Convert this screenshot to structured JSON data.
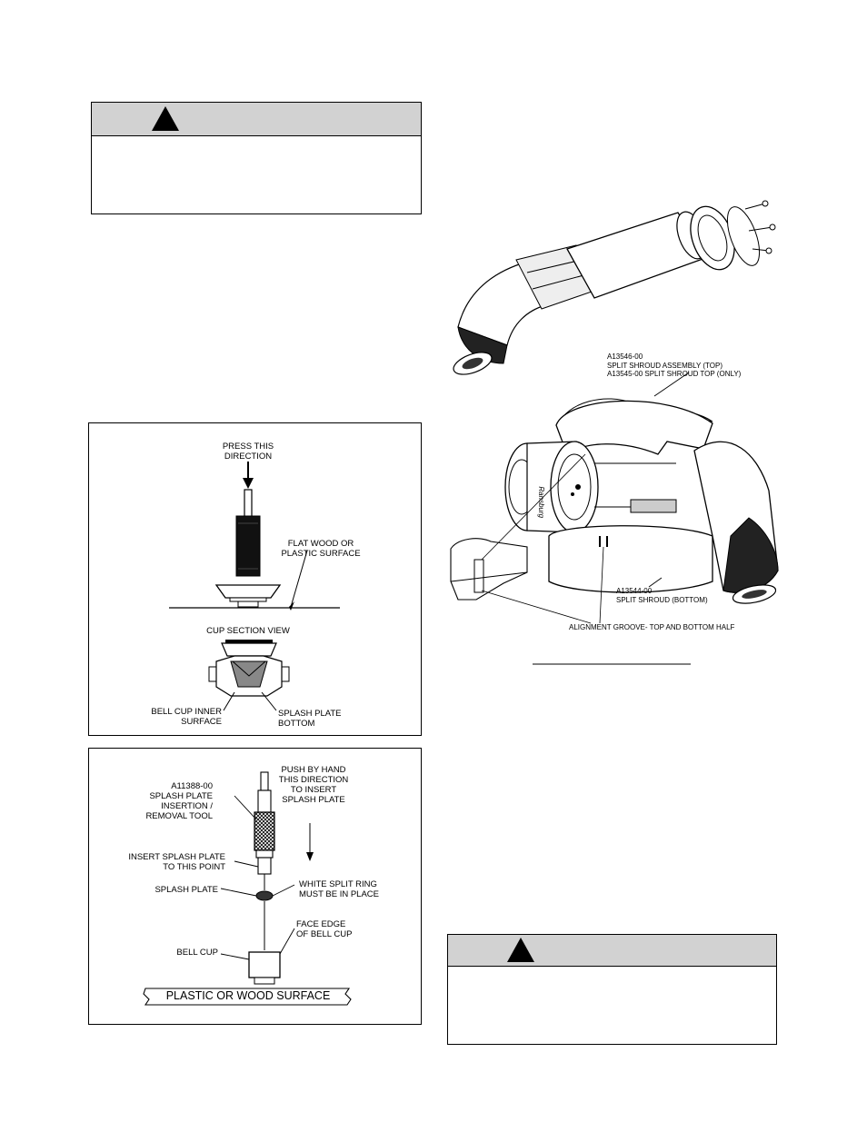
{
  "page": {
    "background": "#ffffff",
    "header_fill": "#d2d2d2"
  },
  "warnings": [
    {
      "id": "warning-top-left",
      "icon": "warning-triangle-icon"
    },
    {
      "id": "warning-bottom-right",
      "icon": "warning-triangle-icon"
    }
  ],
  "figure_press": {
    "press_label": "PRESS THIS\nDIRECTION",
    "surface_label": "FLAT WOOD OR\nPLASTIC SURFACE",
    "section_label": "CUP SECTION VIEW",
    "inner_label": "BELL CUP INNER\nSURFACE",
    "bottom_label": "SPLASH PLATE\nBOTTOM"
  },
  "figure_tool": {
    "tool_label": "A11388-00\nSPLASH PLATE\nINSERTION /\nREMOVAL TOOL",
    "push_label": "PUSH BY HAND\nTHIS DIRECTION\nTO INSERT\nSPLASH PLATE",
    "insert_label": "INSERT SPLASH PLATE\nTO THIS POINT",
    "splash_label": "SPLASH PLATE",
    "ring_label": "WHITE SPLIT RING\nMUST BE IN PLACE",
    "face_label": "FACE EDGE\nOF BELL CUP",
    "bellcup_label": "BELL CUP",
    "surface_banner": "PLASTIC OR WOOD SURFACE"
  },
  "figure_shroud": {
    "top_label": "A13546-00\nSPLIT SHROUD ASSEMBLY (TOP)\nA13545-00 SPLIT SHROUD TOP (ONLY)",
    "bottom_label": "A13544-00\nSPLIT SHROUD (BOTTOM)",
    "groove_label": "ALIGNMENT GROOVE- TOP AND BOTTOM HALF",
    "brand_label": "Ransburg"
  }
}
